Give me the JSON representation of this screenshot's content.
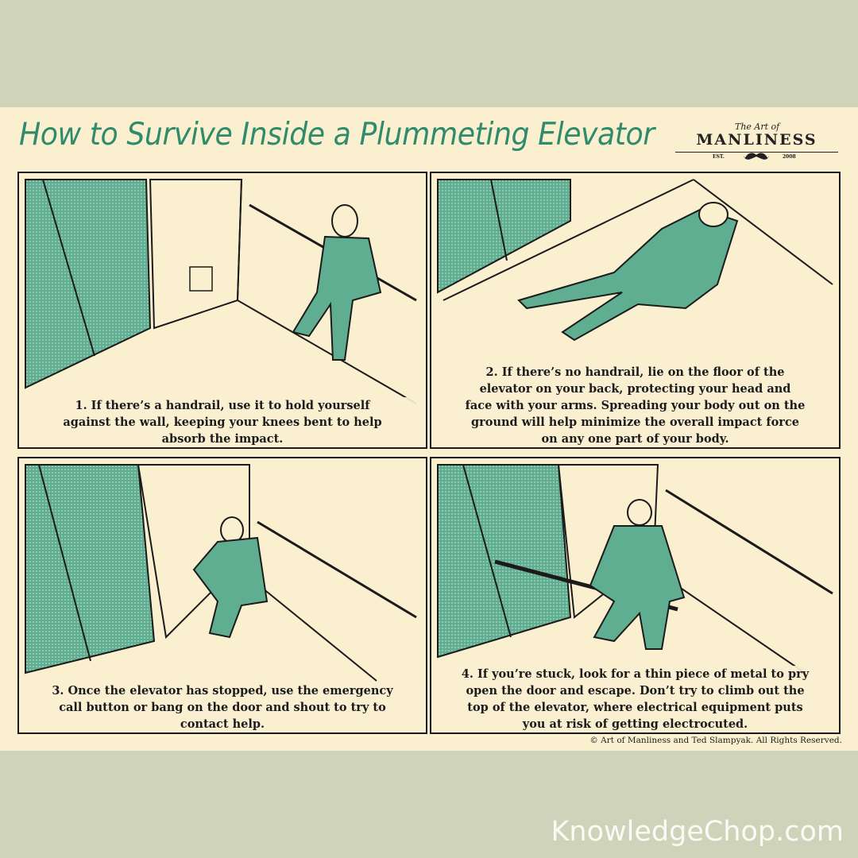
{
  "header": {
    "title": "How to Survive Inside a Plummeting Elevator",
    "logo": {
      "small": "The Art of",
      "big": "MANLINESS",
      "est": "EST.",
      "year": "2008"
    }
  },
  "panels": [
    {
      "step": 1,
      "lines": [
        "1. If there’s a handrail, use it to hold yourself",
        "against the wall, keeping your knees bent to help",
        "absorb the impact."
      ]
    },
    {
      "step": 2,
      "lines": [
        "2. If there’s no handrail, lie on the floor of the",
        "elevator on your back, protecting your head and",
        "face with your arms. Spreading your body out on the",
        "ground will help minimize the overall impact force",
        "on any one part of your body."
      ]
    },
    {
      "step": 3,
      "lines": [
        "3. Once the elevator has stopped, use the emergency",
        "call button or bang on the door and shout to try to",
        "contact help."
      ]
    },
    {
      "step": 4,
      "lines": [
        "4. If you’re stuck, look for a thin piece of metal to pry",
        "open the door and escape. Don’t try to climb out the",
        "top of the elevator, where electrical equipment puts",
        "you at risk of getting electrocuted."
      ]
    }
  ],
  "footer": {
    "copyright": "© Art of Manliness and Ted Slampyak. All Rights Reserved."
  },
  "watermark": "KnowledgeChop.com",
  "colors": {
    "background": "#ced3b9",
    "poster": "#faf0d0",
    "title": "#2f8b6b",
    "door": "#5fae92",
    "ink": "#1b1b1b"
  }
}
